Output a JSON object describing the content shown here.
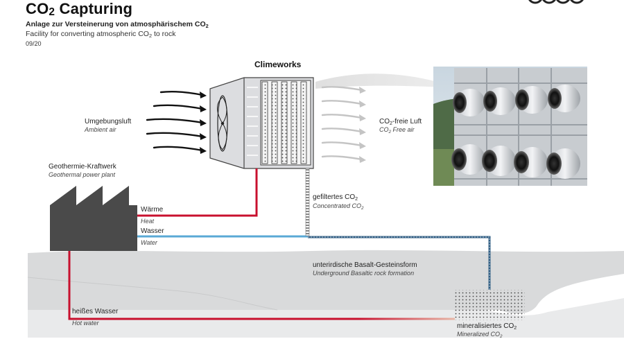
{
  "header": {
    "title_main": "CO",
    "title_sub": "2",
    "title_rest": " Capturing",
    "subtitle_de_main": "Anlage zur Versteinerung von atmosphärischem CO",
    "subtitle_de_sub": "2",
    "subtitle_en_main": "Facility for converting atmospheric CO",
    "subtitle_en_sub": "2",
    "subtitle_en_rest": " to rock",
    "date": "09/20"
  },
  "labels": {
    "climeworks": "Climeworks",
    "ambient_de": "Umgebungsluft",
    "ambient_en": "Ambient air",
    "free_air_de_main": "CO",
    "free_air_de_sub": "2",
    "free_air_de_rest": "-freie Luft",
    "free_air_en_main": "CO",
    "free_air_en_sub": "2",
    "free_air_en_rest": " Free air",
    "geothermal_de": "Geothermie-Kraftwerk",
    "geothermal_en": "Geothermal power plant",
    "filtered_de_main": "gefiltertes CO",
    "filtered_de_sub": "2",
    "concentrated_en_main": "Concentrated CO",
    "concentrated_en_sub": "2",
    "heat_de": "Wärme",
    "heat_en": "Heat",
    "water_de": "Wasser",
    "water_en": "Water",
    "basalt_de": "unterirdische Basalt-Gesteinsform",
    "basalt_en": "Underground Basaltic rock formation",
    "hot_water_de": "heißes Wasser",
    "hot_water_en": "Hot water",
    "mineral_de_main": "mineralisiertes CO",
    "mineral_de_sub": "2",
    "mineral_en_main": "Mineralized CO",
    "mineral_en_sub": "2"
  },
  "colors": {
    "heat_pipe": "#c8102e",
    "water_pipe": "#5aa9d6",
    "co2_pipe": "#8a8a8a",
    "ground": "#d9dadb",
    "plant": "#4a4a4a",
    "collector": "#dcdde0"
  },
  "icons": [
    "fan-icon",
    "filter-icon",
    "factory-icon",
    "air-arrow-icon",
    "collector-photo"
  ]
}
